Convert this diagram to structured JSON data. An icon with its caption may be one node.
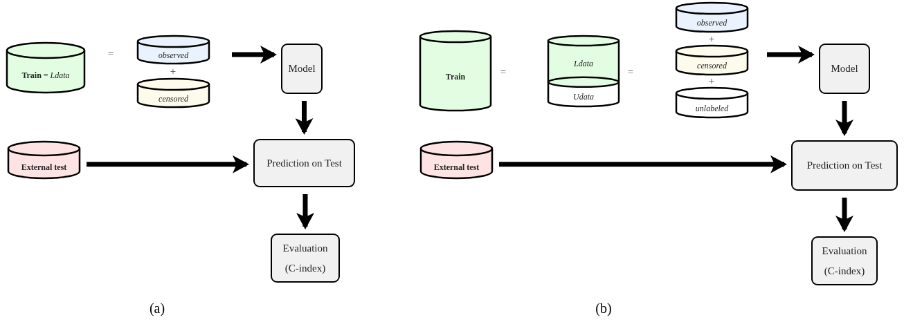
{
  "diagram": {
    "nodes": [
      {
        "text": [
          "**Train** = *Ldata*"
        ]
      },
      {
        "text": [
          "observed"
        ]
      },
      {
        "text": [
          "censored"
        ]
      },
      {
        "text": [
          "Model"
        ]
      },
      {
        "text": [
          "External test"
        ]
      },
      {
        "text": [
          "Prediction on Test"
        ]
      },
      {
        "text": [
          "Evaluation (C-index)"
        ]
      },
      {
        "text": [
          "Train"
        ]
      },
      {
        "text": [
          "Ldata",
          "Udata"
        ]
      },
      {
        "text": [
          "observed"
        ]
      },
      {
        "text": [
          "censored"
        ]
      },
      {
        "text": [
          "unlabeled"
        ]
      },
      {
        "text": [
          "Model"
        ]
      },
      {
        "text": [
          "External test"
        ]
      },
      {
        "text": [
          "Prediction on Test"
        ]
      },
      {
        "text": [
          "Evaluation (C-index)"
        ]
      }
    ],
    "edges": [
      {
        "from": null,
        "to": 3,
        "arrow": "to"
      },
      {
        "from": 3,
        "to": 5,
        "arrow": "to"
      },
      {
        "from": 4,
        "to": 5,
        "arrow": "to"
      },
      {
        "from": 5,
        "to": 6,
        "arrow": "to"
      },
      {
        "from": null,
        "to": 12,
        "arrow": "to"
      },
      {
        "from": 12,
        "to": 14,
        "arrow": "to"
      },
      {
        "from": 13,
        "to": 14,
        "arrow": "to"
      },
      {
        "from": 14,
        "to": 15,
        "arrow": "to"
      }
    ],
    "labels": [
      "=",
      "+",
      "=",
      "=",
      "+",
      "+",
      "(a)",
      "(b)"
    ]
  }
}
